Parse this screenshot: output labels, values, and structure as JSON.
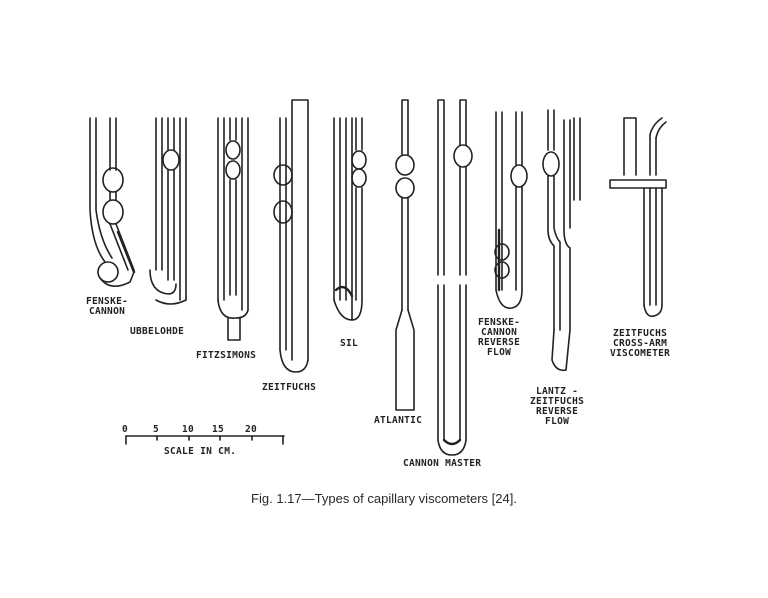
{
  "figure": {
    "labels": {
      "fenske_cannon": "FENSKE-\nCANNON",
      "ubbelohde": "UBBELOHDE",
      "fitzsimons": "FITZSIMONS",
      "zeitfuchs": "ZEITFUCHS",
      "sil": "SIL",
      "atlantic": "ATLANTIC",
      "cannon_master": "CANNON MASTER",
      "fenske_cannon_reverse": "FENSKE-\nCANNON\nREVERSE\nFLOW",
      "lantz_zeitfuchs_reverse": "LANTZ -\nZEITFUCHS\nREVERSE\nFLOW",
      "zeitfuchs_cross_arm": "ZEITFUCHS\nCROSS-ARM\nVISCOMETER"
    },
    "scale": {
      "ticks": [
        "0",
        "5",
        "10",
        "15",
        "20"
      ],
      "label": "SCALE IN CM."
    },
    "caption": "Fig. 1.17—Types of capillary viscometers [24]."
  }
}
